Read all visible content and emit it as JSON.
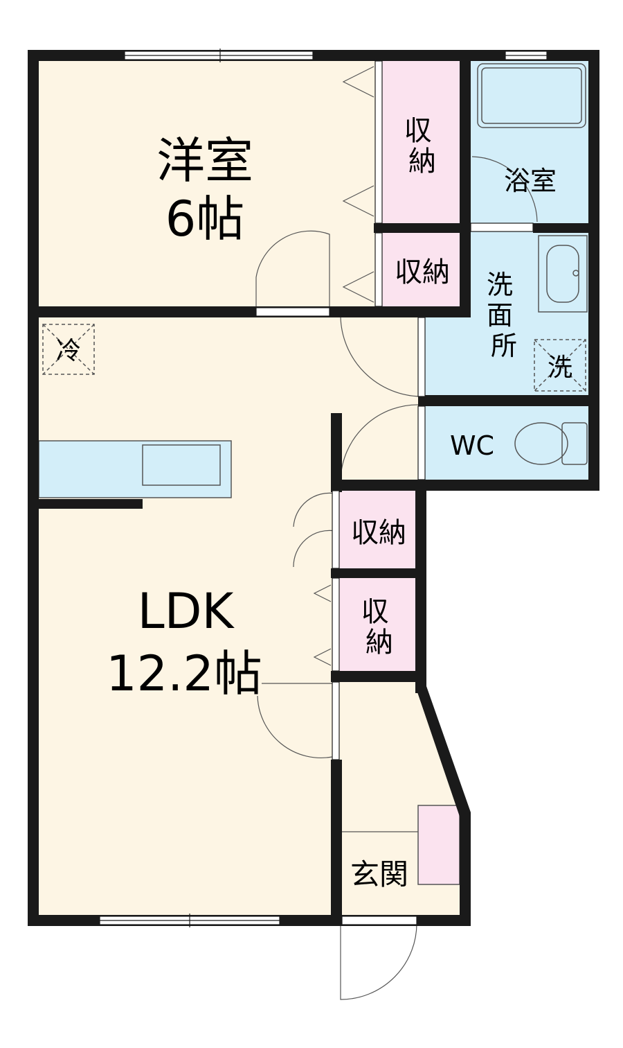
{
  "rooms": {
    "western": {
      "name": "洋室",
      "size": "6帖"
    },
    "ldk": {
      "name": "LDK",
      "size": "12.2帖"
    },
    "bath": {
      "name": "浴室"
    },
    "washroom": {
      "name": "洗面所"
    },
    "wc": {
      "name": "WC"
    },
    "entrance": {
      "name": "玄関"
    },
    "storage_label": "収納"
  },
  "marks": {
    "fridge": "冷",
    "washer": "洗"
  },
  "colors": {
    "wall": "#1a1a1a",
    "floor_living": "#fdf5e4",
    "floor_wet": "#d3eef9",
    "storage": "#fbe3ef",
    "fixture_line": "#555555"
  }
}
